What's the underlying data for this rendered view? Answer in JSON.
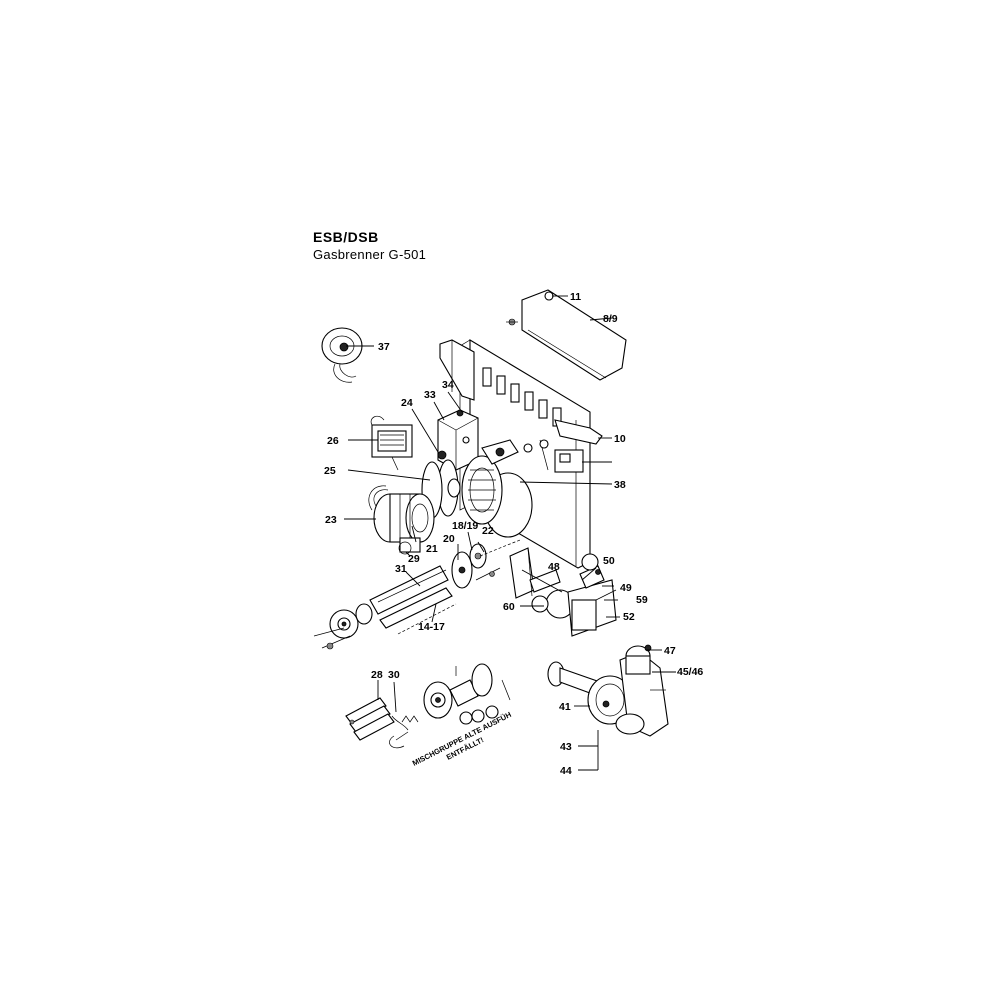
{
  "header": {
    "title": "ESB/DSB",
    "subtitle": "Gasbrenner G-501"
  },
  "labels": {
    "p11": "11",
    "p8_9": "8/9",
    "p37": "37",
    "p34": "34",
    "p33": "33",
    "p24": "24",
    "p26": "26",
    "p10": "10",
    "p25": "25",
    "p38": "38",
    "p23": "23",
    "p18_19": "18/19",
    "p22": "22",
    "p20": "20",
    "p21": "21",
    "p29": "29",
    "p31": "31",
    "p50": "50",
    "p48": "48",
    "p49": "49",
    "p59": "59",
    "p60": "60",
    "p52": "52",
    "p14_17": "14-17",
    "p47": "47",
    "p45_46": "45/46",
    "p28": "28",
    "p30": "30",
    "p41": "41",
    "p43": "43",
    "p44": "44"
  },
  "annotations": {
    "mischgruppe": "MISCHGRUPPE ALTE AUSFÜH",
    "entfaellt": "ENTFÄLLT!"
  }
}
